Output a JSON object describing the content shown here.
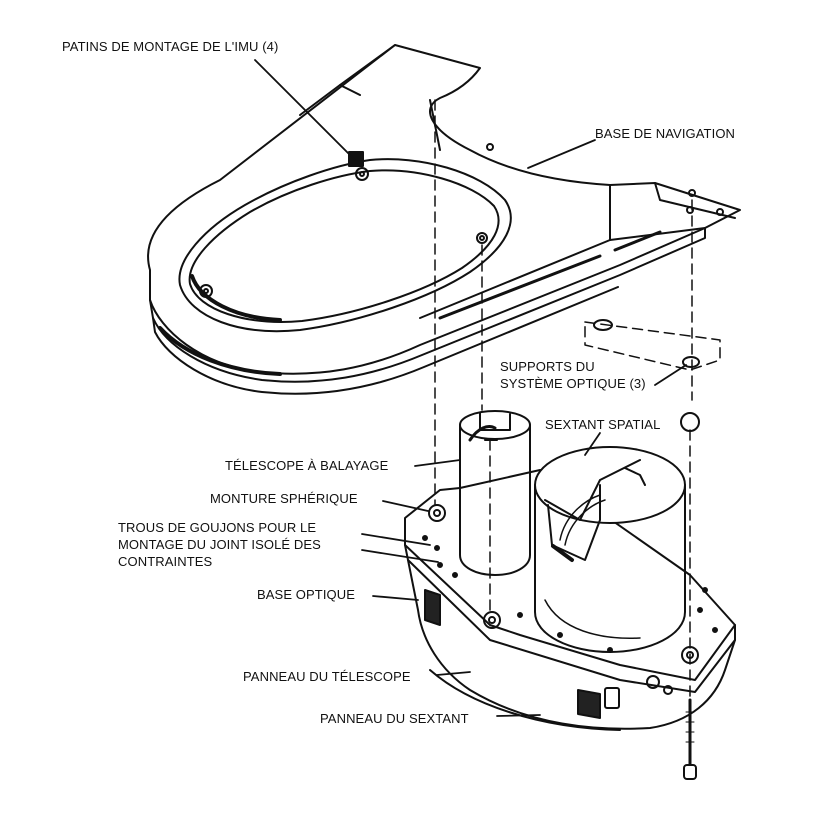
{
  "diagram": {
    "labels": {
      "imu_pads": "PATINS DE MONTAGE DE L'IMU (4)",
      "nav_base": "BASE DE NAVIGATION",
      "optics_supports_line1": "SUPPORTS DU",
      "optics_supports_line2": "SYSTÈME OPTIQUE (3)",
      "space_sextant": "SEXTANT SPATIAL",
      "scanning_telescope": "TÉLESCOPE À BALAYAGE",
      "spherical_mount": "MONTURE SPHÉRIQUE",
      "dowel_holes_line1": "TROUS DE GOUJONS POUR LE",
      "dowel_holes_line2": "MONTAGE DU JOINT ISOLÉ DES",
      "dowel_holes_line3": "CONTRAINTES",
      "optics_base": "BASE OPTIQUE",
      "telescope_panel": "PANNEAU DU TÉLESCOPE",
      "sextant_panel": "PANNEAU DU SEXTANT"
    }
  }
}
